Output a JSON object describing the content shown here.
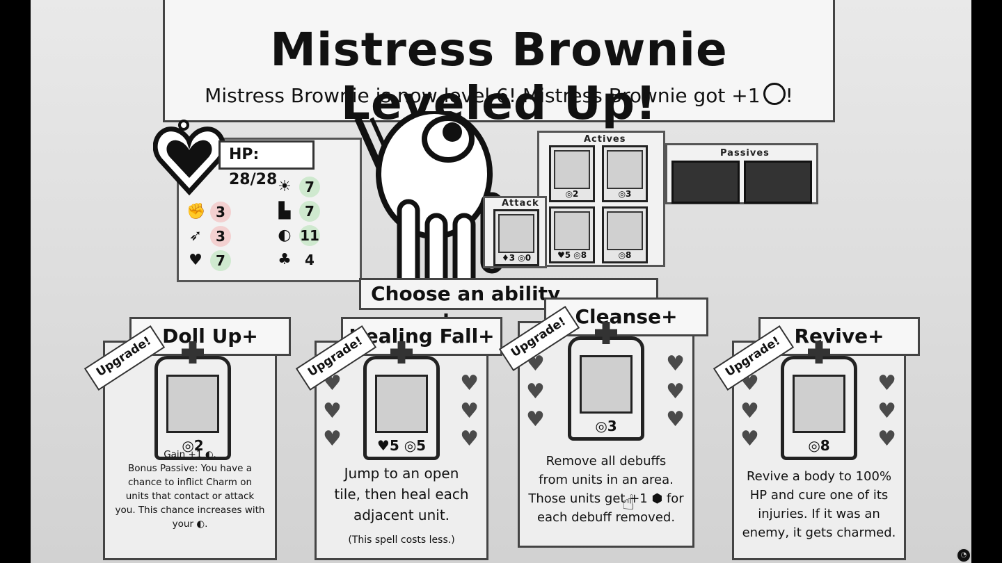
{
  "banner": {
    "title": "Mistress Brownie Leveled Up!",
    "subtitle": "Mistress Brownie is now level 6! Mistress Brownie got +1"
  },
  "stats": {
    "hp": "HP: 28/28",
    "left": [
      {
        "icon": "strength-icon",
        "glyph": "✊",
        "value": "3",
        "tone": "pink"
      },
      {
        "icon": "bow-icon",
        "glyph": "➶",
        "value": "3",
        "tone": "pink"
      },
      {
        "icon": "heart-plus-icon",
        "glyph": "♥",
        "value": "7",
        "tone": "green"
      }
    ],
    "right": [
      {
        "icon": "bulb-icon",
        "glyph": "☀",
        "value": "7",
        "tone": "green"
      },
      {
        "icon": "boot-icon",
        "glyph": "▙",
        "value": "7",
        "tone": "green"
      },
      {
        "icon": "lips-icon",
        "glyph": "◐",
        "value": "11",
        "tone": "green"
      },
      {
        "icon": "clover-icon",
        "glyph": "♣",
        "value": "4",
        "tone": "plain"
      }
    ]
  },
  "abilities": {
    "actives_label": "Actives",
    "attack_label": "Attack",
    "passives_label": "Passives",
    "actives": [
      {
        "cost": "◎2"
      },
      {
        "cost": "◎3"
      },
      {
        "cost": "♥5 ◎8"
      },
      {
        "cost": "◎8"
      }
    ],
    "attack": {
      "cost": "♦3 ◎0"
    }
  },
  "choose_prompt": "Choose an ability upgrade:",
  "cards": [
    {
      "badge": "Upgrade!",
      "title": "Doll Up+",
      "cost": "◎2",
      "lines": [
        "Gain +1 ◐.",
        "Bonus Passive: You have a",
        "chance to inflict Charm on",
        "units that contact or attack",
        "you. This chance increases with",
        "your ◐."
      ],
      "note": ""
    },
    {
      "badge": "Upgrade!",
      "title": "Healing Fall+",
      "cost": "♥5 ◎5",
      "lines": [
        "Jump to an open",
        "tile, then heal each",
        "adjacent unit."
      ],
      "note": "(This spell costs less.)"
    },
    {
      "badge": "Upgrade!",
      "title": "Cleanse+",
      "cost": "◎3",
      "lines": [
        "Remove all debuffs",
        "from units in an area.",
        "Those units get +1 ⬢ for",
        "each debuff removed."
      ],
      "note": ""
    },
    {
      "badge": "Upgrade!",
      "title": "Revive+",
      "cost": "◎8",
      "lines": [
        "Revive a body to 100%",
        "HP and cure one of its",
        "injuries. If it was an",
        "enemy, it gets charmed."
      ],
      "note": ""
    }
  ],
  "colors": {
    "pink_badge": "#f3d0d0",
    "green_badge": "#cfe9cf",
    "accent_red": "#e0a0a0"
  }
}
